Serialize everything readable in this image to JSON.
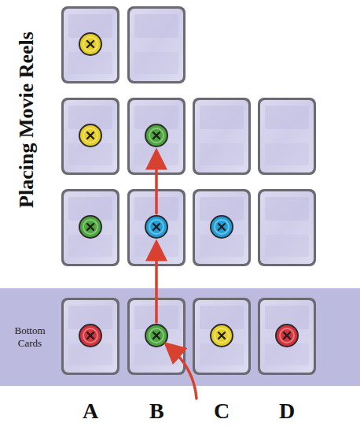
{
  "diagram": {
    "title": "Placing Movie Reels",
    "nodes": [
      {
        "text": [
          "Bottom Cards"
        ]
      }
    ],
    "labels": [
      "A",
      "B",
      "C",
      "D"
    ]
  }
}
